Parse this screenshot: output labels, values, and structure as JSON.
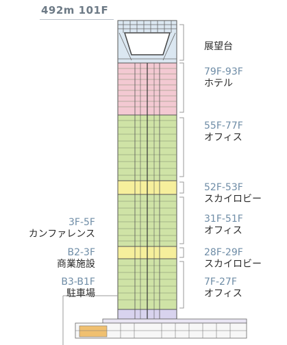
{
  "header": {
    "title": "492m 101F"
  },
  "colors": {
    "observatory": "#dbe7f1",
    "hotel": "#f3c9d2",
    "office": "#cfe3a6",
    "skylobby": "#f6ef9c",
    "retail": "#d8d3ee",
    "frame": "#6b6b6b",
    "code_text": "#6e8ca6"
  },
  "zones_right": [
    {
      "code": "",
      "name": "展望台"
    },
    {
      "code": "79F-93F",
      "name": "ホテル"
    },
    {
      "code": "55F-77F",
      "name": "オフィス"
    },
    {
      "code": "52F-53F",
      "name": "スカイロビー"
    },
    {
      "code": "31F-51F",
      "name": "オフィス"
    },
    {
      "code": "28F-29F",
      "name": "スカイロビー"
    },
    {
      "code": "7F-27F",
      "name": "オフィス"
    }
  ],
  "zones_left": [
    {
      "code": "3F-5F",
      "name": "カンファレンス"
    },
    {
      "code": "B2-3F",
      "name": "商業施設"
    },
    {
      "code": "B3-B1F",
      "name": "駐車場"
    }
  ]
}
